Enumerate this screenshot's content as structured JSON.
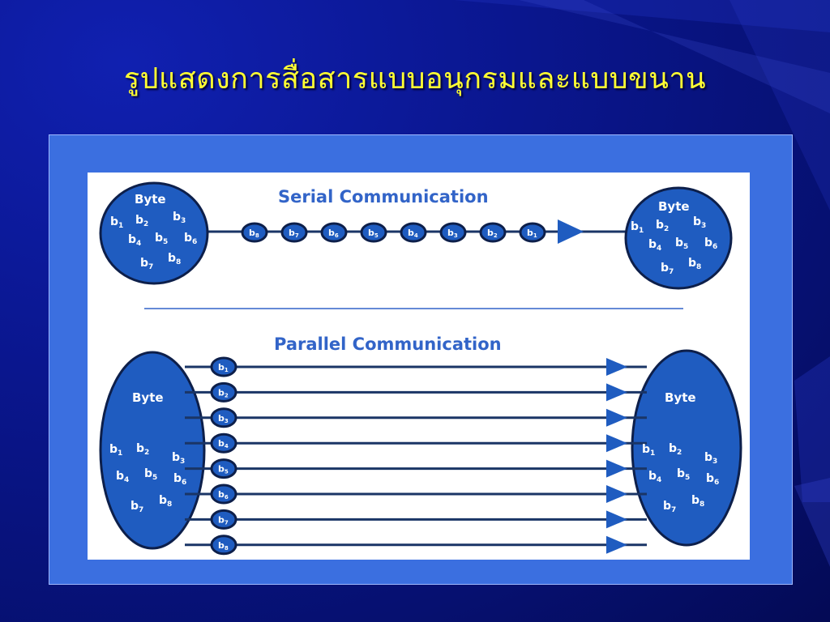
{
  "slide": {
    "title": "รูปแสดงการสื่อสารแบบอนุกรมและแบบขนาน"
  },
  "diagram": {
    "serial_title": "Serial Communication",
    "parallel_title": "Parallel Communication",
    "byte_label": "Byte",
    "bit_prefix": "b",
    "bits": [
      "1",
      "2",
      "3",
      "4",
      "5",
      "6",
      "7",
      "8"
    ],
    "serial_sequence": [
      "8",
      "7",
      "6",
      "5",
      "4",
      "3",
      "2",
      "1"
    ],
    "parallel_sequence": [
      "1",
      "2",
      "3",
      "4",
      "5",
      "6",
      "7",
      "8"
    ]
  },
  "colors": {
    "node_fill": "#1f5cc0",
    "line": "#1a3566",
    "arrow": "#1f5cc0",
    "heading": "#3264c8",
    "title": "#ffff33"
  }
}
